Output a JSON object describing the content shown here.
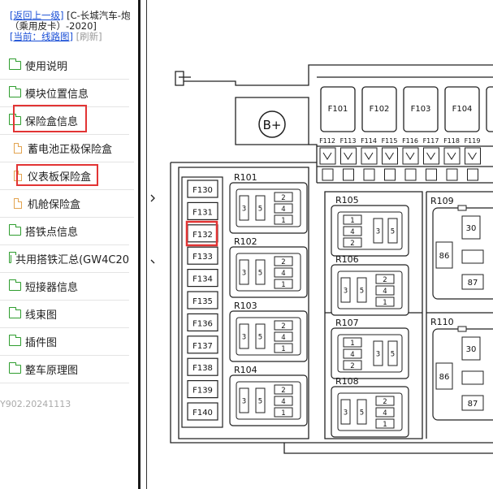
{
  "header": {
    "back_label": "[返回上一级]",
    "breadcrumb": "[C-长城汽车-炮（乘用皮卡）-2020]",
    "current_label": "[当前：线路图]",
    "refresh_label": "[刷新]"
  },
  "nav": {
    "items": [
      {
        "label": "使用说明",
        "type": "folder"
      },
      {
        "label": "模块位置信息",
        "type": "folder"
      },
      {
        "label": "保险盒信息",
        "type": "folder"
      },
      {
        "label": "蓄电池正极保险盒",
        "type": "doc"
      },
      {
        "label": "仪表板保险盒",
        "type": "doc"
      },
      {
        "label": "机舱保险盒",
        "type": "doc"
      },
      {
        "label": "搭铁点信息",
        "type": "folder"
      },
      {
        "label": "共用搭铁汇总(GW4C20",
        "type": "folder"
      },
      {
        "label": "短接器信息",
        "type": "folder"
      },
      {
        "label": "线束图",
        "type": "folder"
      },
      {
        "label": "插件图",
        "type": "folder"
      },
      {
        "label": "整车原理图",
        "type": "folder"
      }
    ],
    "version": "Y902.20241113"
  },
  "diagram": {
    "battery_label": "B+",
    "top_fuses": [
      "F101",
      "F102",
      "F103",
      "F104"
    ],
    "small_fuses": [
      "F112",
      "F113",
      "F114",
      "F115",
      "F116",
      "F117",
      "F118",
      "F119"
    ],
    "left_fuses": [
      "F130",
      "F131",
      "F132",
      "F133",
      "F134",
      "F135",
      "F136",
      "F137",
      "F138",
      "F139",
      "F140"
    ],
    "relays_left": [
      {
        "name": "R101",
        "pins": [
          "3",
          "5",
          "2",
          "4",
          "1"
        ]
      },
      {
        "name": "R102",
        "pins": [
          "3",
          "5",
          "2",
          "4",
          "1"
        ]
      },
      {
        "name": "R103",
        "pins": [
          "3",
          "5",
          "2",
          "4",
          "1"
        ]
      },
      {
        "name": "R104",
        "pins": [
          "3",
          "5",
          "2",
          "4",
          "1"
        ]
      }
    ],
    "relays_mid": [
      {
        "name": "R105",
        "pins": [
          "1",
          "4",
          "2",
          "3",
          "5"
        ]
      },
      {
        "name": "R106",
        "pins": [
          "3",
          "5",
          "2",
          "4",
          "1"
        ]
      },
      {
        "name": "R107",
        "pins": [
          "1",
          "4",
          "2",
          "3",
          "5"
        ]
      },
      {
        "name": "R108",
        "pins": [
          "3",
          "5",
          "2",
          "4",
          "1"
        ]
      }
    ],
    "relays_big": [
      {
        "name": "R109",
        "pins": [
          "30",
          "86",
          "87"
        ]
      },
      {
        "name": "R110",
        "pins": [
          "30",
          "86",
          "87"
        ]
      }
    ],
    "highlighted": [
      "保险盒信息",
      "仪表板保险盒",
      "F132"
    ]
  }
}
